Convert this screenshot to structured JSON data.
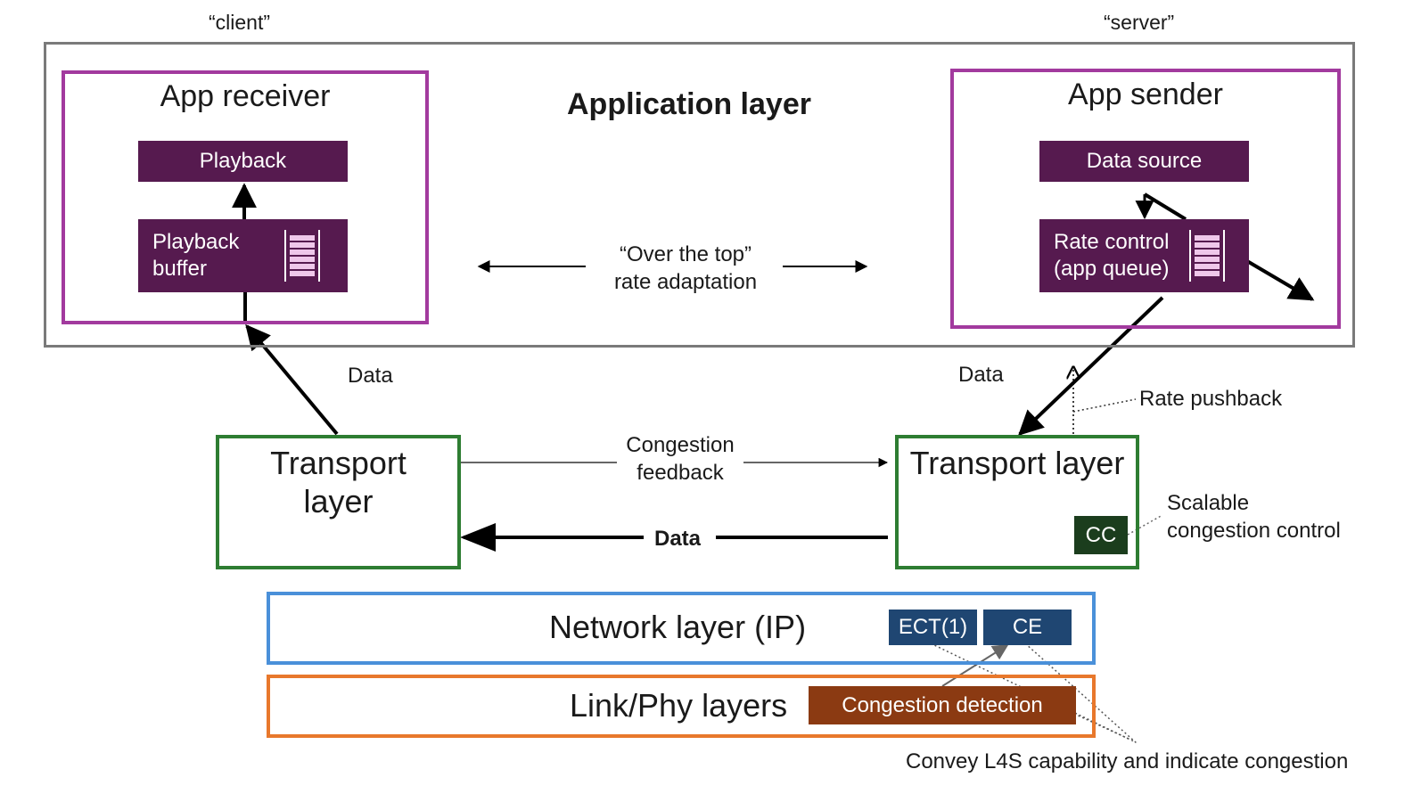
{
  "labels": {
    "client": "“client”",
    "server": "“server”",
    "application_layer": "Application layer",
    "app_receiver": "App receiver",
    "playback": "Playback",
    "playback_buffer_line1": "Playback",
    "playback_buffer_line2": "buffer",
    "app_sender": "App sender",
    "data_source": "Data source",
    "rate_control_line1": "Rate control",
    "rate_control_line2": "(app queue)",
    "ott_line1": "“Over the top”",
    "ott_line2": "rate adaptation",
    "data_left": "Data",
    "data_right": "Data",
    "rate_pushback": "Rate pushback",
    "transport_left_line1": "Transport",
    "transport_left_line2": "layer",
    "transport_right": "Transport layer",
    "congestion_feedback_line1": "Congestion",
    "congestion_feedback_line2": "feedback",
    "data_bold": "Data",
    "cc": "CC",
    "scalable_line1": "Scalable",
    "scalable_line2": "congestion control",
    "network_layer": "Network layer (IP)",
    "ect1": "ECT(1)",
    "ce": "CE",
    "link_layers": "Link/Phy layers",
    "congestion_detection": "Congestion detection",
    "convey": "Convey L4S capability and indicate congestion"
  },
  "colors": {
    "app_border": "#a23a9e",
    "app_fill": "#561a4f",
    "transport_border": "#2e7d32",
    "cc_fill": "#1b3d1d",
    "network_border": "#4a90d9",
    "network_tag_fill": "#1f4672",
    "link_border": "#e8782c",
    "link_tag_fill": "#8b3a12",
    "outer_border": "#7a7a7a"
  }
}
